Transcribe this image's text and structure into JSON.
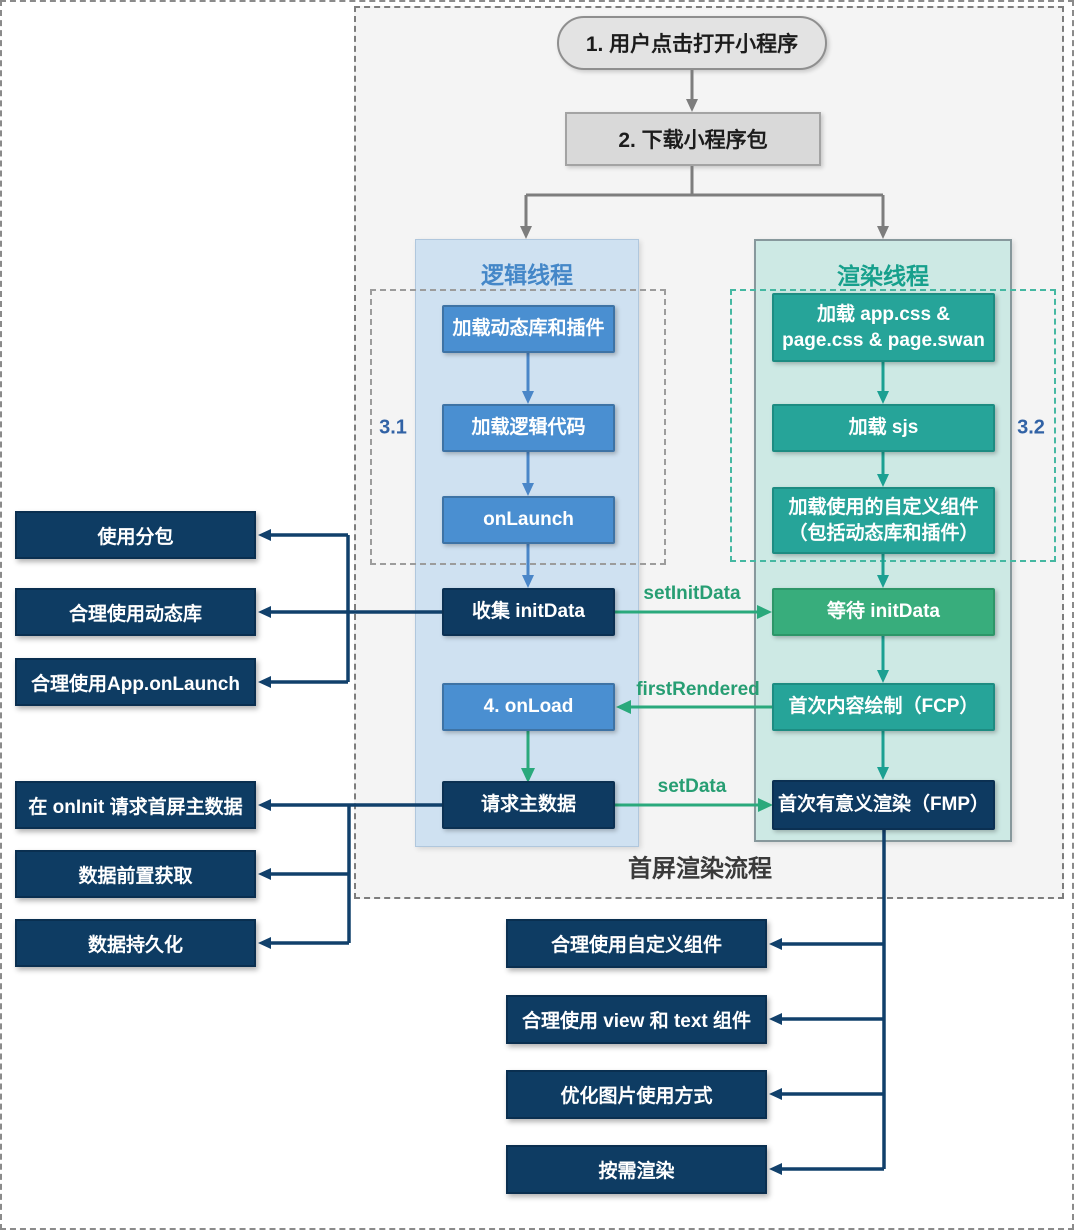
{
  "colors": {
    "navy": "#0e3a61",
    "blue": "#4a8fd1",
    "teal": "#26a499",
    "green": "#38ad7c",
    "arrow_green": "#2aa97c",
    "arrow_blue": "#4a86c8",
    "arrow_navy": "#11406b",
    "label_blue": "#3162a5",
    "logic_column_bg": "#cfe1f1",
    "render_column_bg": "#cde9e4"
  },
  "steps": {
    "step1": "1. 用户点击打开小程序",
    "step2": "2. 下载小程序包"
  },
  "container": {
    "label": "首屏渲染流程"
  },
  "logic_thread": {
    "title": "逻辑线程",
    "group_label": "3.1",
    "nodes": [
      "加载动态库和插件",
      "加载逻辑代码",
      "onLaunch",
      "收集 initData",
      "4. onLoad",
      "请求主数据"
    ]
  },
  "render_thread": {
    "title": "渲染线程",
    "group_label": "3.2",
    "nodes": [
      "加载 app.css &\npage.css & page.swan",
      "加载 sjs",
      "加载使用的自定义组件\n（包括动态库和插件）",
      "等待 initData",
      "首次内容绘制（FCP）",
      "首次有意义渲染（FMP）"
    ]
  },
  "cross_arrows": {
    "set_init_data": "setInitData",
    "first_rendered": "firstRendered",
    "set_data": "setData"
  },
  "tips_left_top": [
    "使用分包",
    "合理使用动态库",
    "合理使用App.onLaunch"
  ],
  "tips_left_bottom": [
    "在 onInit 请求首屏主数据",
    "数据前置获取",
    "数据持久化"
  ],
  "tips_bottom": [
    "合理使用自定义组件",
    "合理使用 view 和 text 组件",
    "优化图片使用方式",
    "按需渲染"
  ]
}
